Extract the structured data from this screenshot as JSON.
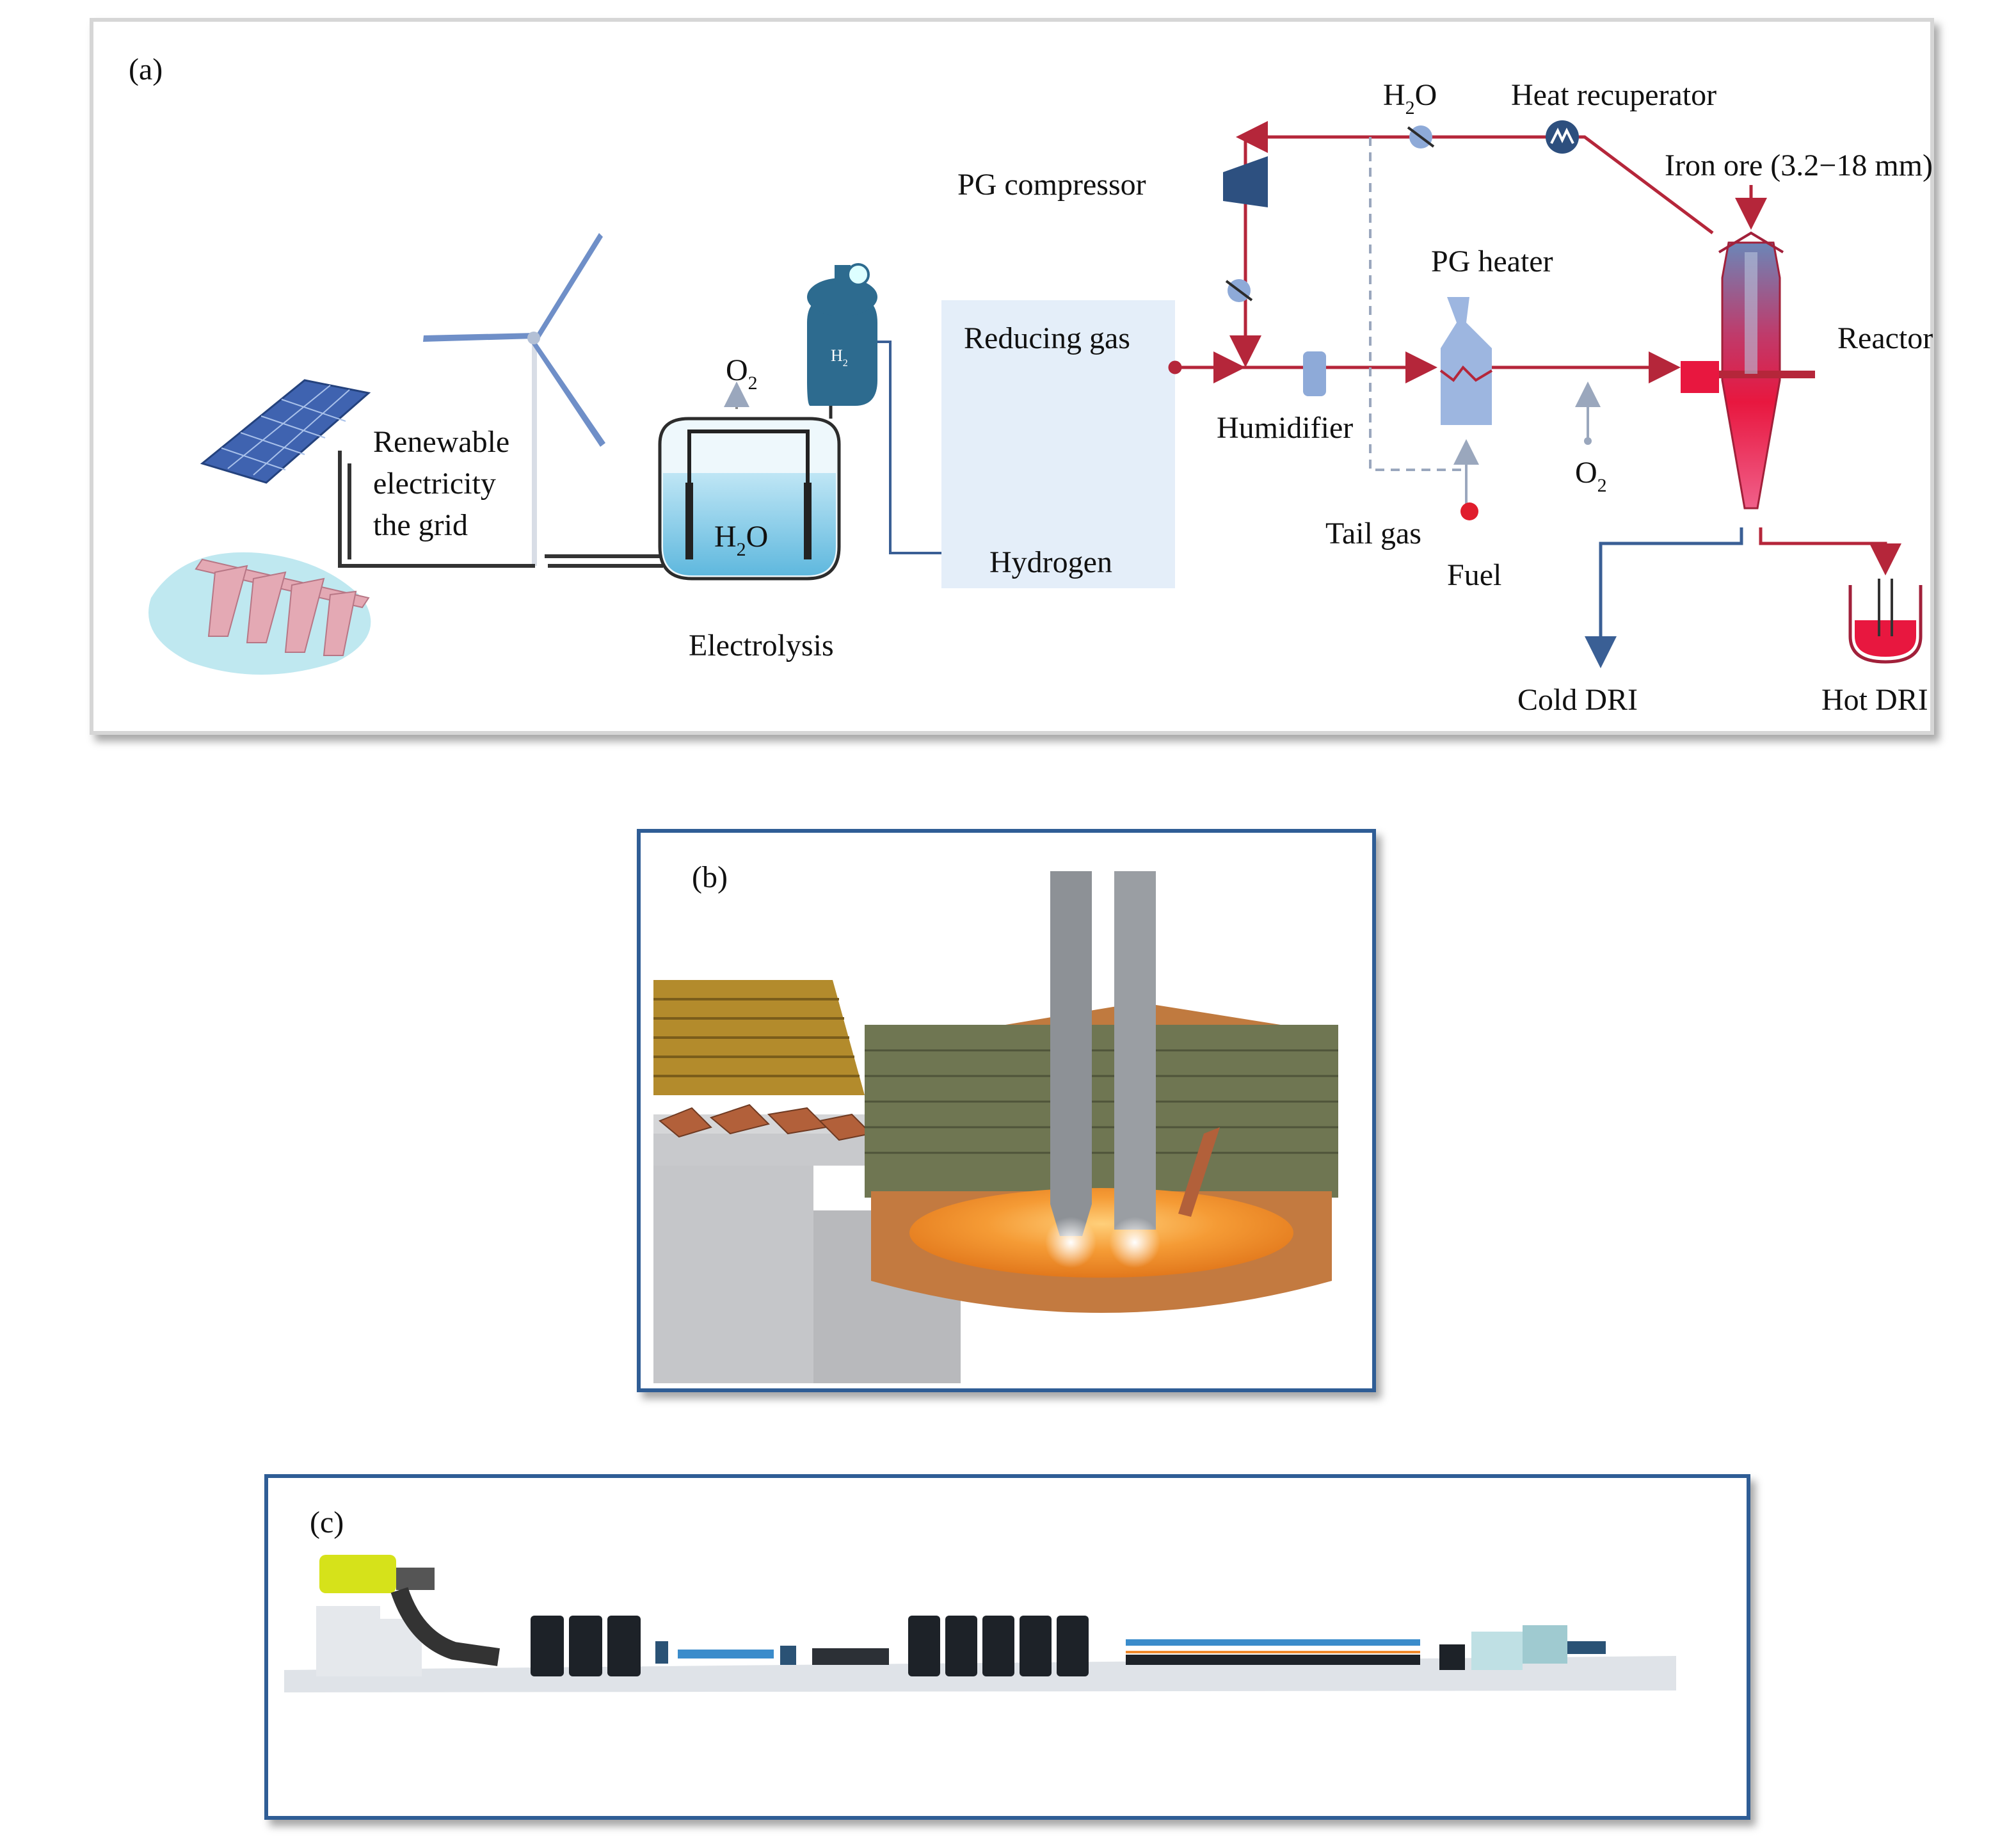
{
  "panel_a": {
    "tag": "(a)",
    "renewable": [
      "Renewable",
      "electricity",
      "the grid"
    ],
    "electrolysis": "Electrolysis",
    "o2_left": "O",
    "o2_sub": "2",
    "h2o_tank": "H",
    "h2o_tank_sub": "2",
    "h2o_tank_o": "O",
    "h2_tank": "H",
    "h2_tank_sub": "2",
    "reducing_gas": "Reducing gas",
    "hydrogen": "Hydrogen",
    "pg_compressor": "PG compressor",
    "h2o_top": "H",
    "h2o_top_sub": "2",
    "h2o_top_o": "O",
    "heat_recuperator": "Heat recuperator",
    "iron_ore": "Iron ore (3.2−18 mm)",
    "pg_heater": "PG heater",
    "reactor": "Reactor",
    "humidifier": "Humidifier",
    "tail_gas": "Tail gas",
    "fuel": "Fuel",
    "o2_right": "O",
    "o2_right_sub": "2",
    "cold_dri": "Cold DRI",
    "hot_dri": "Hot DRI"
  },
  "panel_b": {
    "tag": "(b)"
  },
  "panel_c": {
    "tag": "(c)"
  },
  "colors": {
    "gas_line": "#b5263a",
    "water_line": "#3a5f95",
    "reactor_hot": "#e8173f",
    "reactor_cool": "#6b86b8",
    "frame_blue": "#2f5d95",
    "furnace_orange": "#f08a2c"
  }
}
